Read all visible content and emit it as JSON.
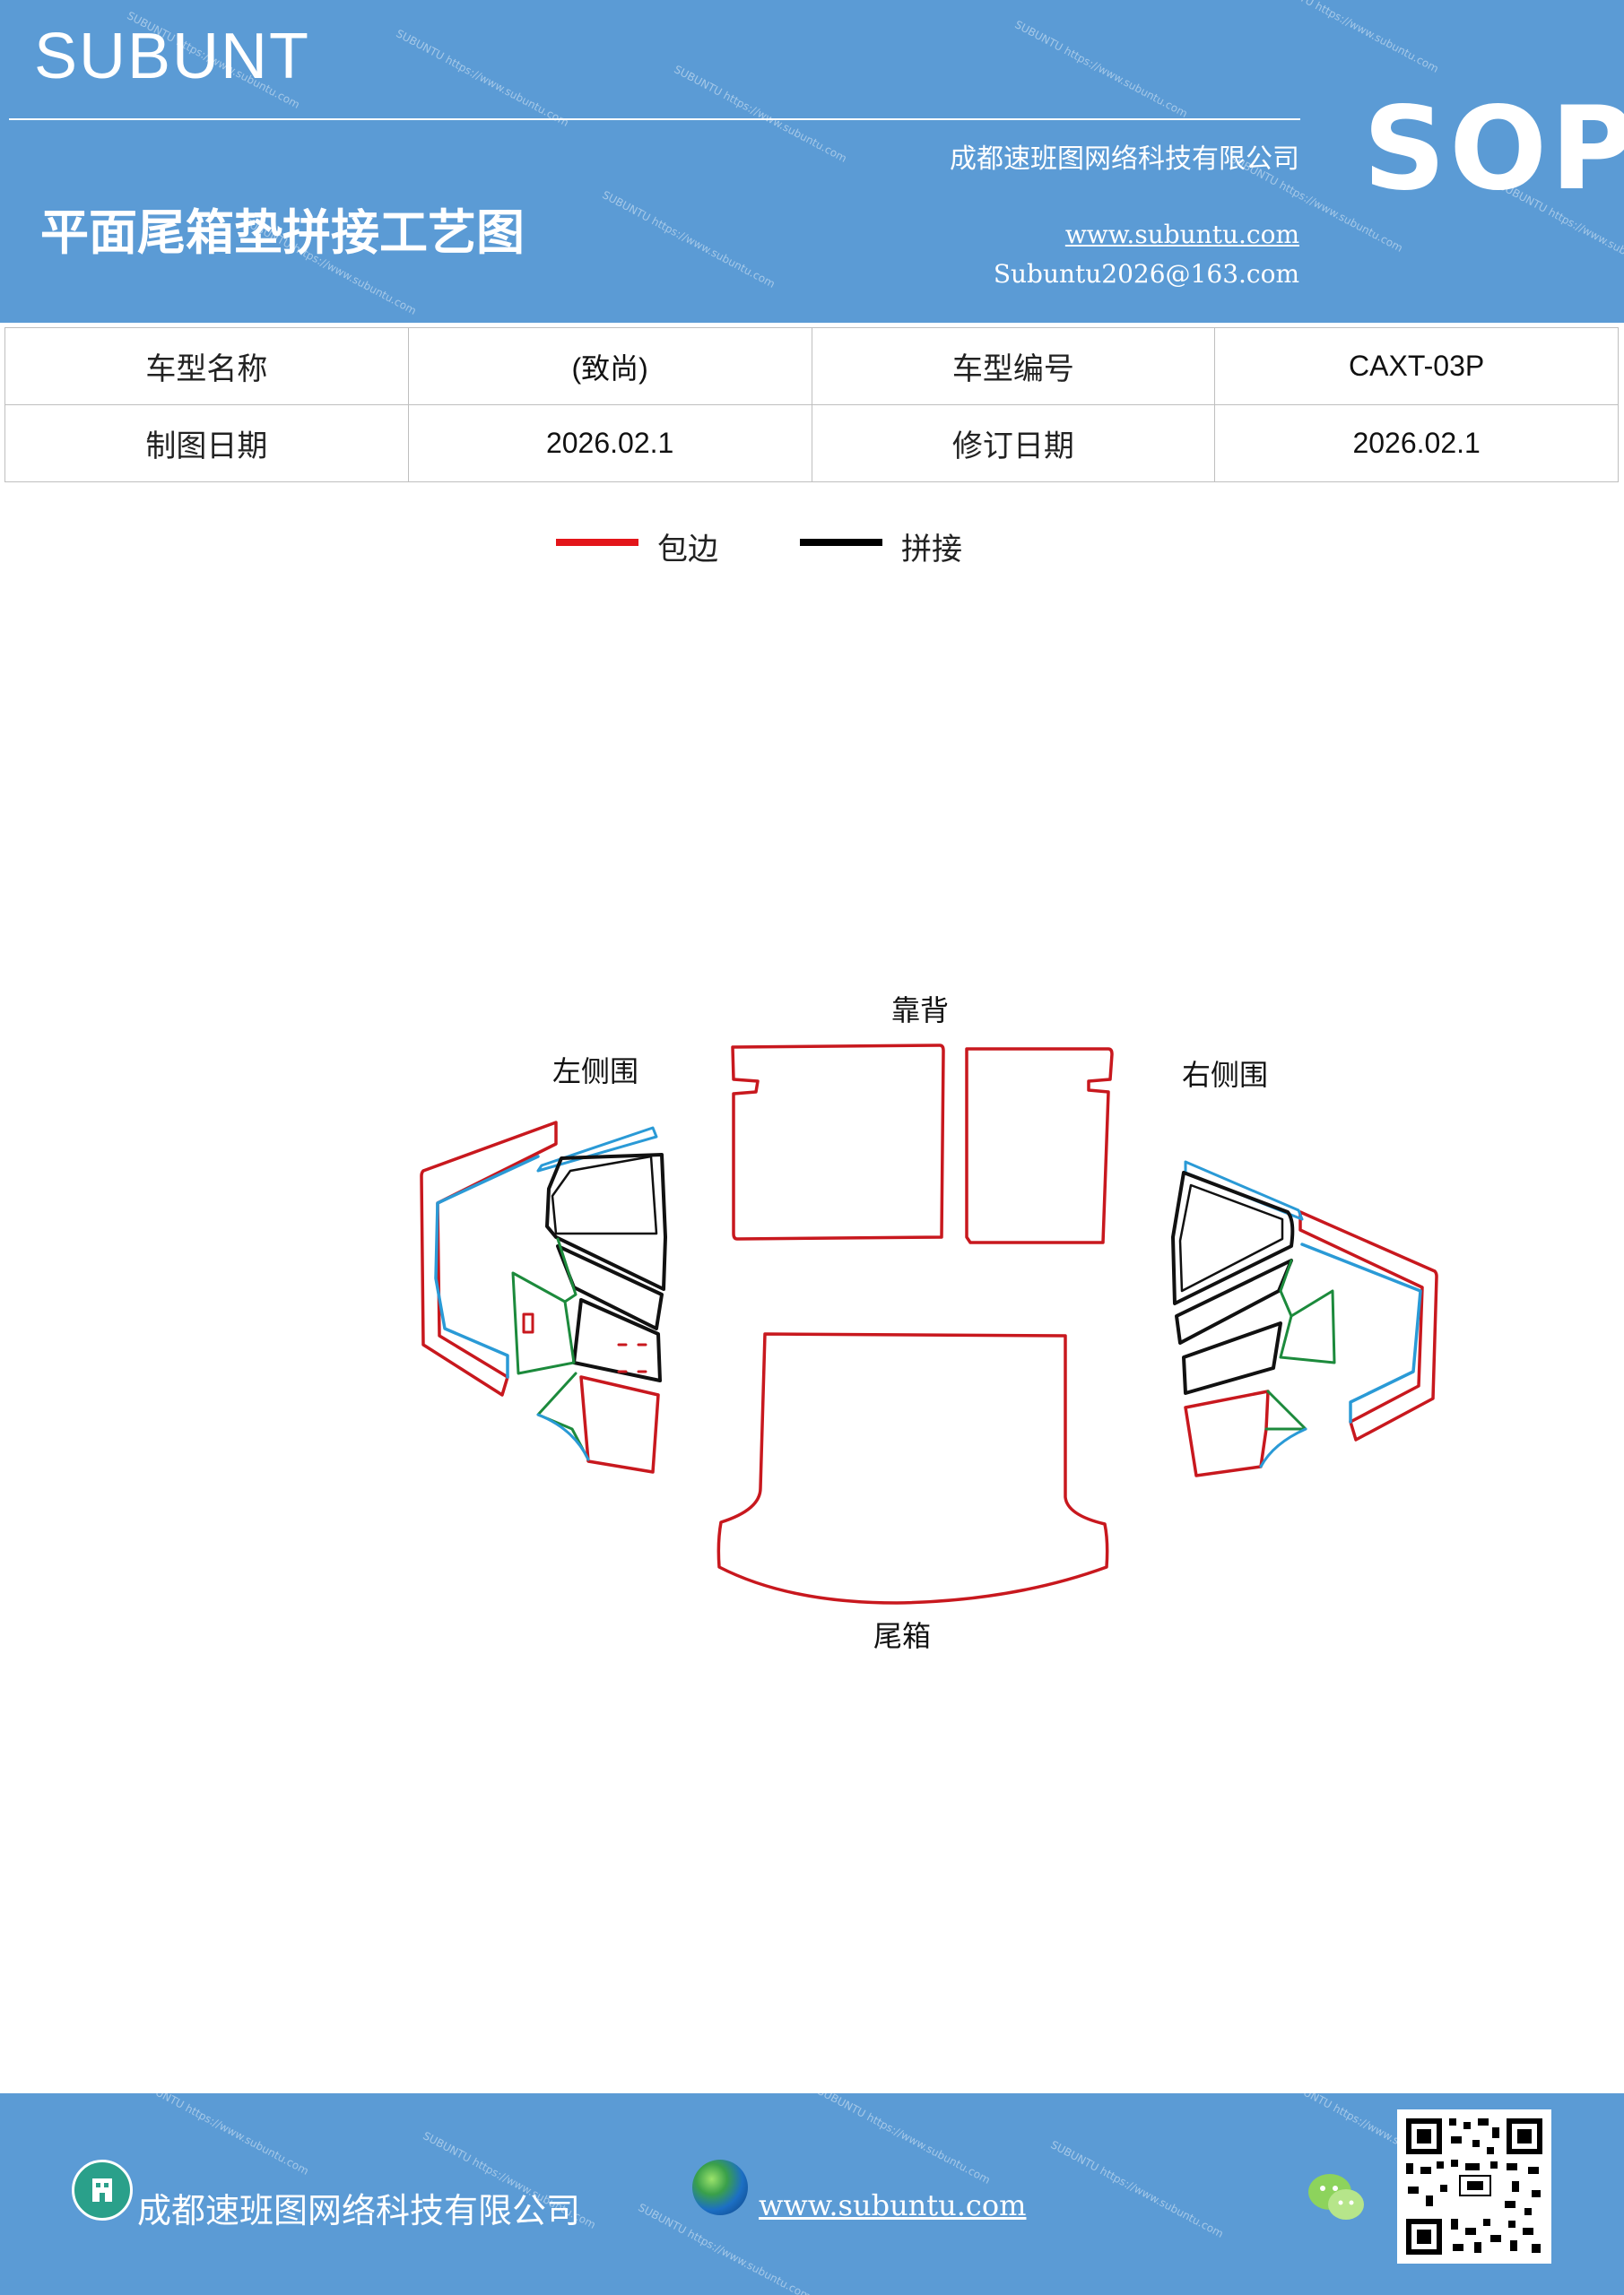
{
  "header": {
    "brand": "SUBUNT",
    "title": "平面尾箱垫拼接工艺图",
    "company": "成都速班图网络科技有限公司",
    "website": "www.subuntu.com",
    "email": "Subuntu2026@163.com",
    "badge": "SOP"
  },
  "info_table": {
    "rows": [
      {
        "label1": "车型名称",
        "value1": "(致尚)",
        "label2": "车型编号",
        "value2": "CAXT-03P"
      },
      {
        "label1": "制图日期",
        "value1": "2026.02.1",
        "label2": "修订日期",
        "value2": "2026.02.1"
      }
    ]
  },
  "legend": {
    "items": [
      {
        "label": "包边",
        "color": "#e3151a"
      },
      {
        "label": "拼接",
        "color": "#000000"
      }
    ]
  },
  "diagram": {
    "labels": {
      "backrest": "靠背",
      "left_side": "左侧围",
      "right_side": "右侧围",
      "trunk": "尾箱"
    },
    "colors": {
      "edge": "#c8181e",
      "blue": "#2a9ad6",
      "green": "#1c8a3c",
      "joint": "#111111"
    }
  },
  "footer": {
    "company": "成都速班图网络科技有限公司",
    "website": "www.subuntu.com",
    "icons": [
      "building-icon",
      "globe-icon",
      "wechat-icon",
      "qr-code"
    ]
  }
}
